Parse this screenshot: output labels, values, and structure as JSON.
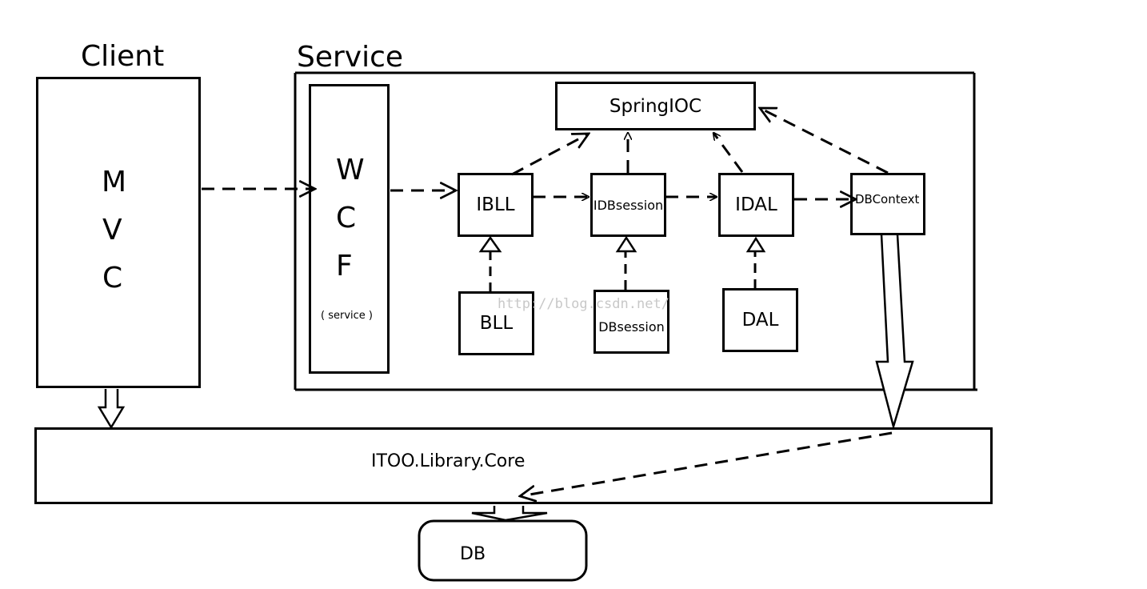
{
  "client": {
    "title": "Client",
    "mvc": [
      "M",
      "V",
      "C"
    ]
  },
  "service": {
    "title": "Service",
    "wcf": [
      "W",
      "C",
      "F"
    ],
    "wcf_sub": "( service )",
    "springioc": "SpringIOC",
    "ibll": "IBLL",
    "idbsession": "IDBsession",
    "idal": "IDAL",
    "dbcontext": "DBContext",
    "bll": "BLL",
    "dbsession": "DBsession",
    "dal": "DAL"
  },
  "core": {
    "label": "ITOO.Library.Core"
  },
  "db": {
    "label": "DB"
  },
  "watermark": "http://blog.csdn.net/"
}
